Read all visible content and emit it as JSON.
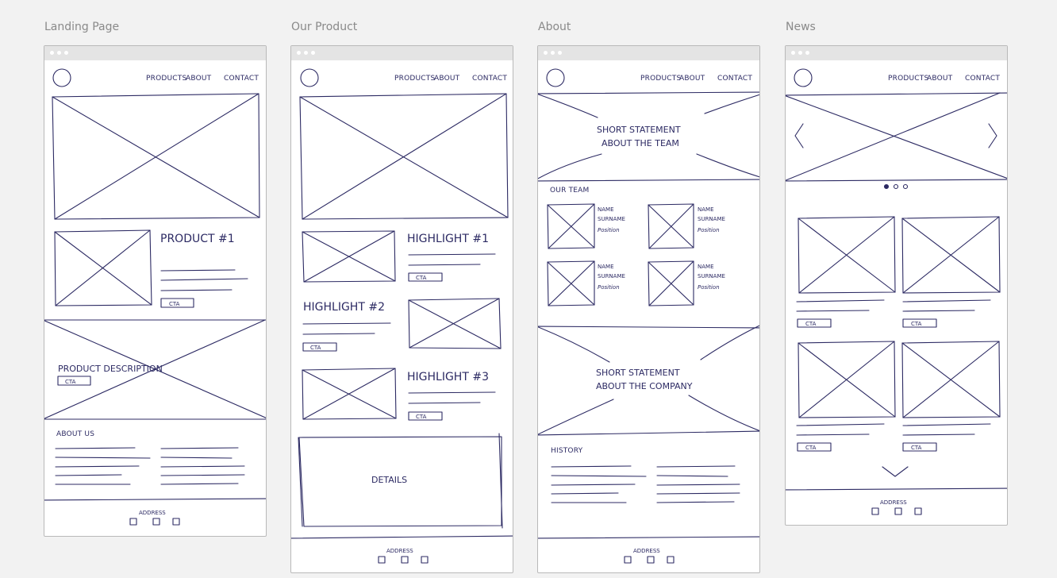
{
  "columns": {
    "landing": "Landing Page",
    "product": "Our Product",
    "about": "About",
    "news": "News"
  },
  "nav": {
    "products": "PRODUCTS",
    "about": "ABOUT",
    "contact": "CONTACT"
  },
  "common": {
    "cta": "CTA",
    "address": "ADDRESS",
    "social_icons": [
      "twitter-icon",
      "facebook-icon",
      "linkedin-icon"
    ]
  },
  "landing": {
    "product_heading": "PRODUCT #1",
    "description": "PRODUCT DESCRIPTION",
    "about_us": "ABOUT US"
  },
  "product": {
    "highlight1": "HIGHLIGHT #1",
    "highlight2": "HIGHLIGHT #2",
    "highlight3": "HIGHLIGHT #3",
    "details": "DETAILS"
  },
  "about": {
    "team_statement_1": "SHORT STATEMENT",
    "team_statement_2": "ABOUT THE TEAM",
    "our_team": "OUR TEAM",
    "member_name": "NAME",
    "member_surname": "SURNAME",
    "member_position": "Position",
    "company_statement_1": "SHORT STATEMENT",
    "company_statement_2": "ABOUT THE COMPANY",
    "history": "HISTORY"
  },
  "news": {
    "carousel_prev": "prev-chevron-icon",
    "carousel_next": "next-chevron-icon",
    "carousel_dots": 3,
    "load_more": "chevron-down-icon"
  },
  "colors": {
    "ink": "#2c2a63",
    "background": "#f2f2f2",
    "frame_border": "#b9b9b9",
    "chrome_bar": "#e4e4e4",
    "column_title": "#8a8a8a"
  }
}
